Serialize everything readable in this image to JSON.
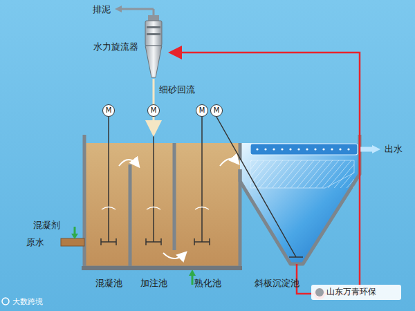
{
  "diagram": {
    "nodes": [
      {
        "text": [
          "M"
        ]
      },
      {
        "text": [
          "M"
        ]
      },
      {
        "text": [
          "M"
        ]
      },
      {
        "text": [
          "M"
        ]
      }
    ],
    "labels": [
      "排泥",
      "水力旋流器",
      "细砂回流",
      "混凝剂",
      "原水",
      "出水",
      "混凝池",
      "加注池",
      "熟化池",
      "斜板沉淀池",
      "山东万青环保",
      "大数跨境"
    ]
  }
}
